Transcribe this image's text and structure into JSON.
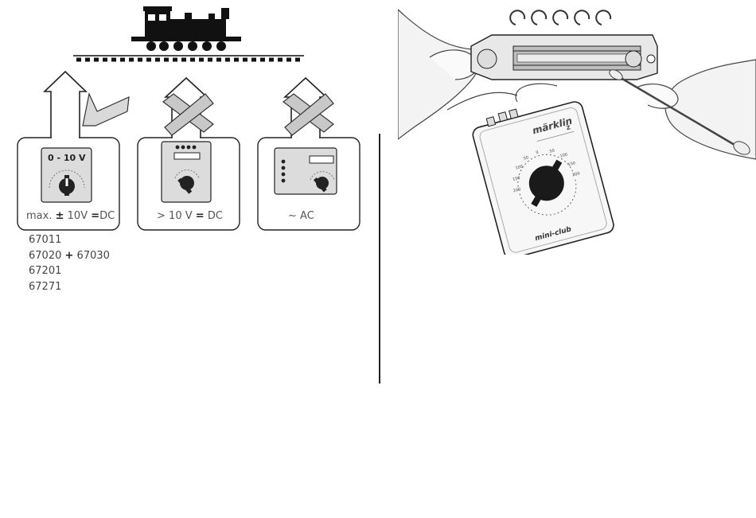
{
  "controllers": [
    {
      "dial_label": "0 - 10 V",
      "spec_prefix": "max.",
      "pm": "±",
      "volt": "10V",
      "eq": "=",
      "type": "DC",
      "status": "allowed"
    },
    {
      "spec_prefix": ">",
      "volt": "10 V",
      "eq": "=",
      "type": "DC",
      "status": "not-allowed"
    },
    {
      "spec_prefix": "~",
      "type": "AC",
      "status": "not-allowed"
    }
  ],
  "article_numbers": {
    "line1": "67011",
    "line2_a": "67020",
    "line2_plus": "+",
    "line2_b": "67030",
    "line3": "67201",
    "line4": "67271"
  },
  "photo": {
    "brand": "märklin",
    "brand_sub": "Z",
    "product": "mini-club",
    "dial_ticks": [
      "0",
      "50",
      "100",
      "150",
      "200",
      "50",
      "100",
      "150",
      "200"
    ]
  },
  "colors": {
    "outline": "#222222",
    "panel_gray": "#dcdcdc",
    "cross_gray": "#c8c8c8",
    "check_gray": "#d9d9d9"
  }
}
